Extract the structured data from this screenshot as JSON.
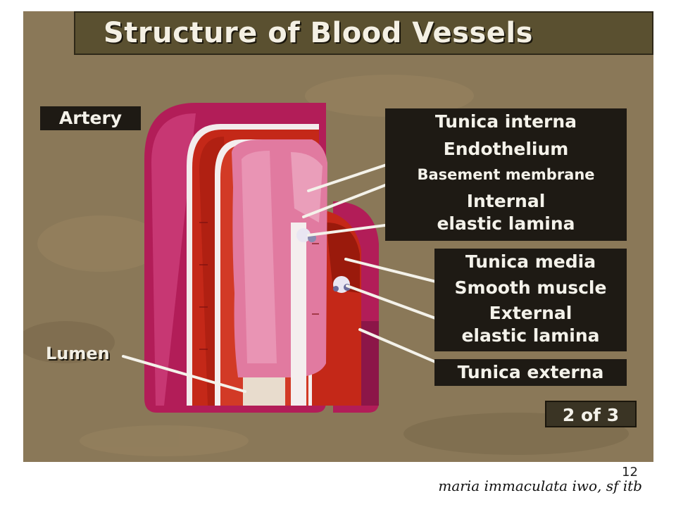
{
  "slide": {
    "title": "Structure of Blood Vessels",
    "artery_label": "Artery",
    "lumen_label": "Lumen",
    "slide_counter": "2 of 3",
    "labels": {
      "tunica_interna": "Tunica interna",
      "endothelium": "Endothelium",
      "basement_membrane": "Basement membrane",
      "internal_elastic_lamina_line1": "Internal",
      "internal_elastic_lamina_line2": "elastic lamina",
      "tunica_media": "Tunica media",
      "smooth_muscle": "Smooth muscle",
      "external_elastic_lamina_line1": "External",
      "external_elastic_lamina_line2": "elastic lamina",
      "tunica_externa": "Tunica externa"
    },
    "colors": {
      "background": "#8a7858",
      "tunica_externa": "#b8205a",
      "tunica_media": "#c02818",
      "endothelium": "#e47aa0",
      "label_box": "#1e1a14"
    }
  },
  "footer": {
    "page_number": "12",
    "author": "maria immaculata iwo, sf itb"
  }
}
